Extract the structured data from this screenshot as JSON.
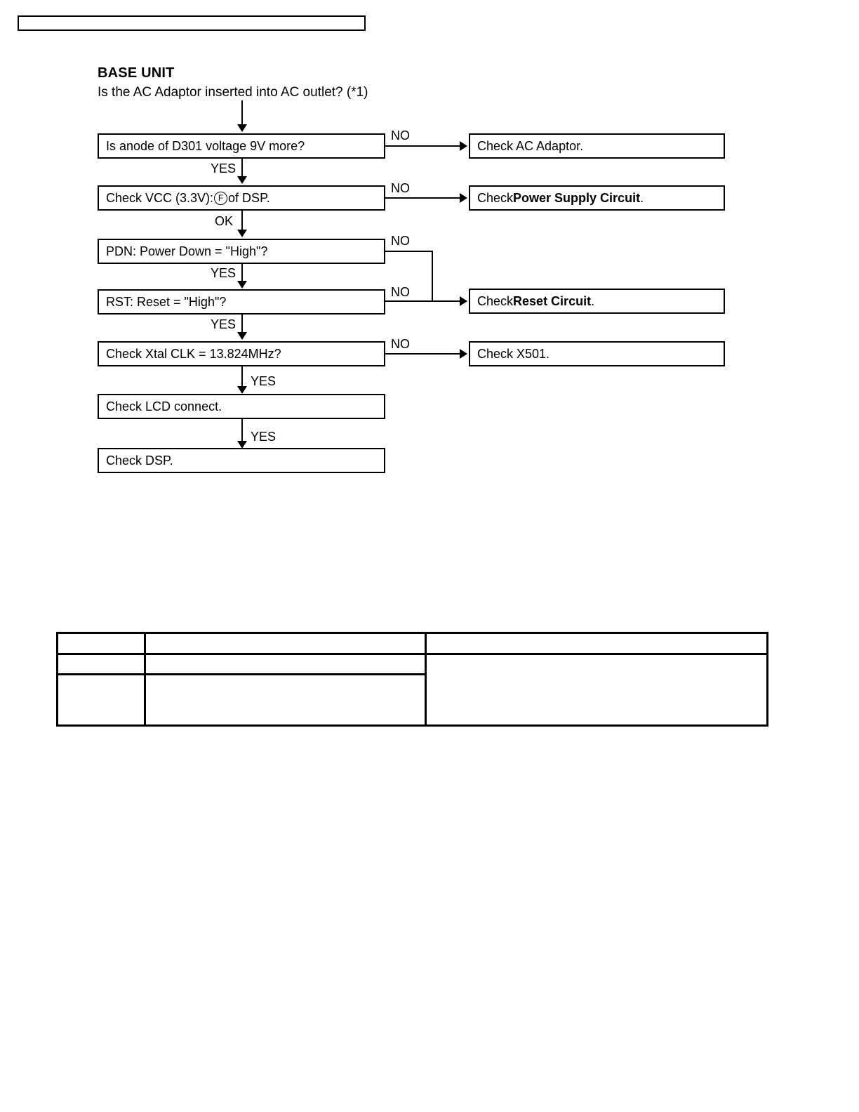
{
  "page": {
    "header_rule_label": ""
  },
  "flowchart": {
    "title": "BASE UNIT",
    "intro_question": "Is the AC Adaptor inserted into AC outlet? (*1)",
    "steps": [
      {
        "id": "d301",
        "text_prefix": "Is anode of D301 voltage 9V more?",
        "yes_label": "YES",
        "no_label": "NO",
        "no_target": "Check AC Adaptor."
      },
      {
        "id": "vcc",
        "text_prefix": "Check VCC (3.3V):",
        "circled_symbol": "F",
        "text_suffix": "of DSP.",
        "yes_label": "OK",
        "no_label": "NO",
        "no_target_prefix": "Check ",
        "no_target_bold": "Power Supply Circuit",
        "no_target_suffix": "."
      },
      {
        "id": "pdn",
        "text_prefix": "PDN: Power Down = \"High\"?",
        "yes_label": "YES",
        "no_label": "NO"
      },
      {
        "id": "rst",
        "text_prefix": "RST: Reset = \"High\"?",
        "yes_label": "YES",
        "no_label": "NO",
        "no_target_prefix": "Check ",
        "no_target_bold": "Reset Circuit",
        "no_target_suffix": "."
      },
      {
        "id": "xtal",
        "text_prefix": "Check Xtal CLK = 13.824MHz?",
        "yes_label": "YES",
        "no_label": "NO",
        "no_target": "Check X501."
      },
      {
        "id": "lcd",
        "text_prefix": "Check LCD connect.",
        "yes_label": "YES"
      },
      {
        "id": "dsp",
        "text_prefix": "Check DSP."
      }
    ]
  },
  "bottom_table": {
    "header_row": [
      "",
      "",
      ""
    ],
    "rows": [
      [
        "",
        "",
        ""
      ],
      [
        "",
        "",
        ""
      ]
    ]
  },
  "colors": {
    "ink": "#000000",
    "paper": "#ffffff"
  }
}
